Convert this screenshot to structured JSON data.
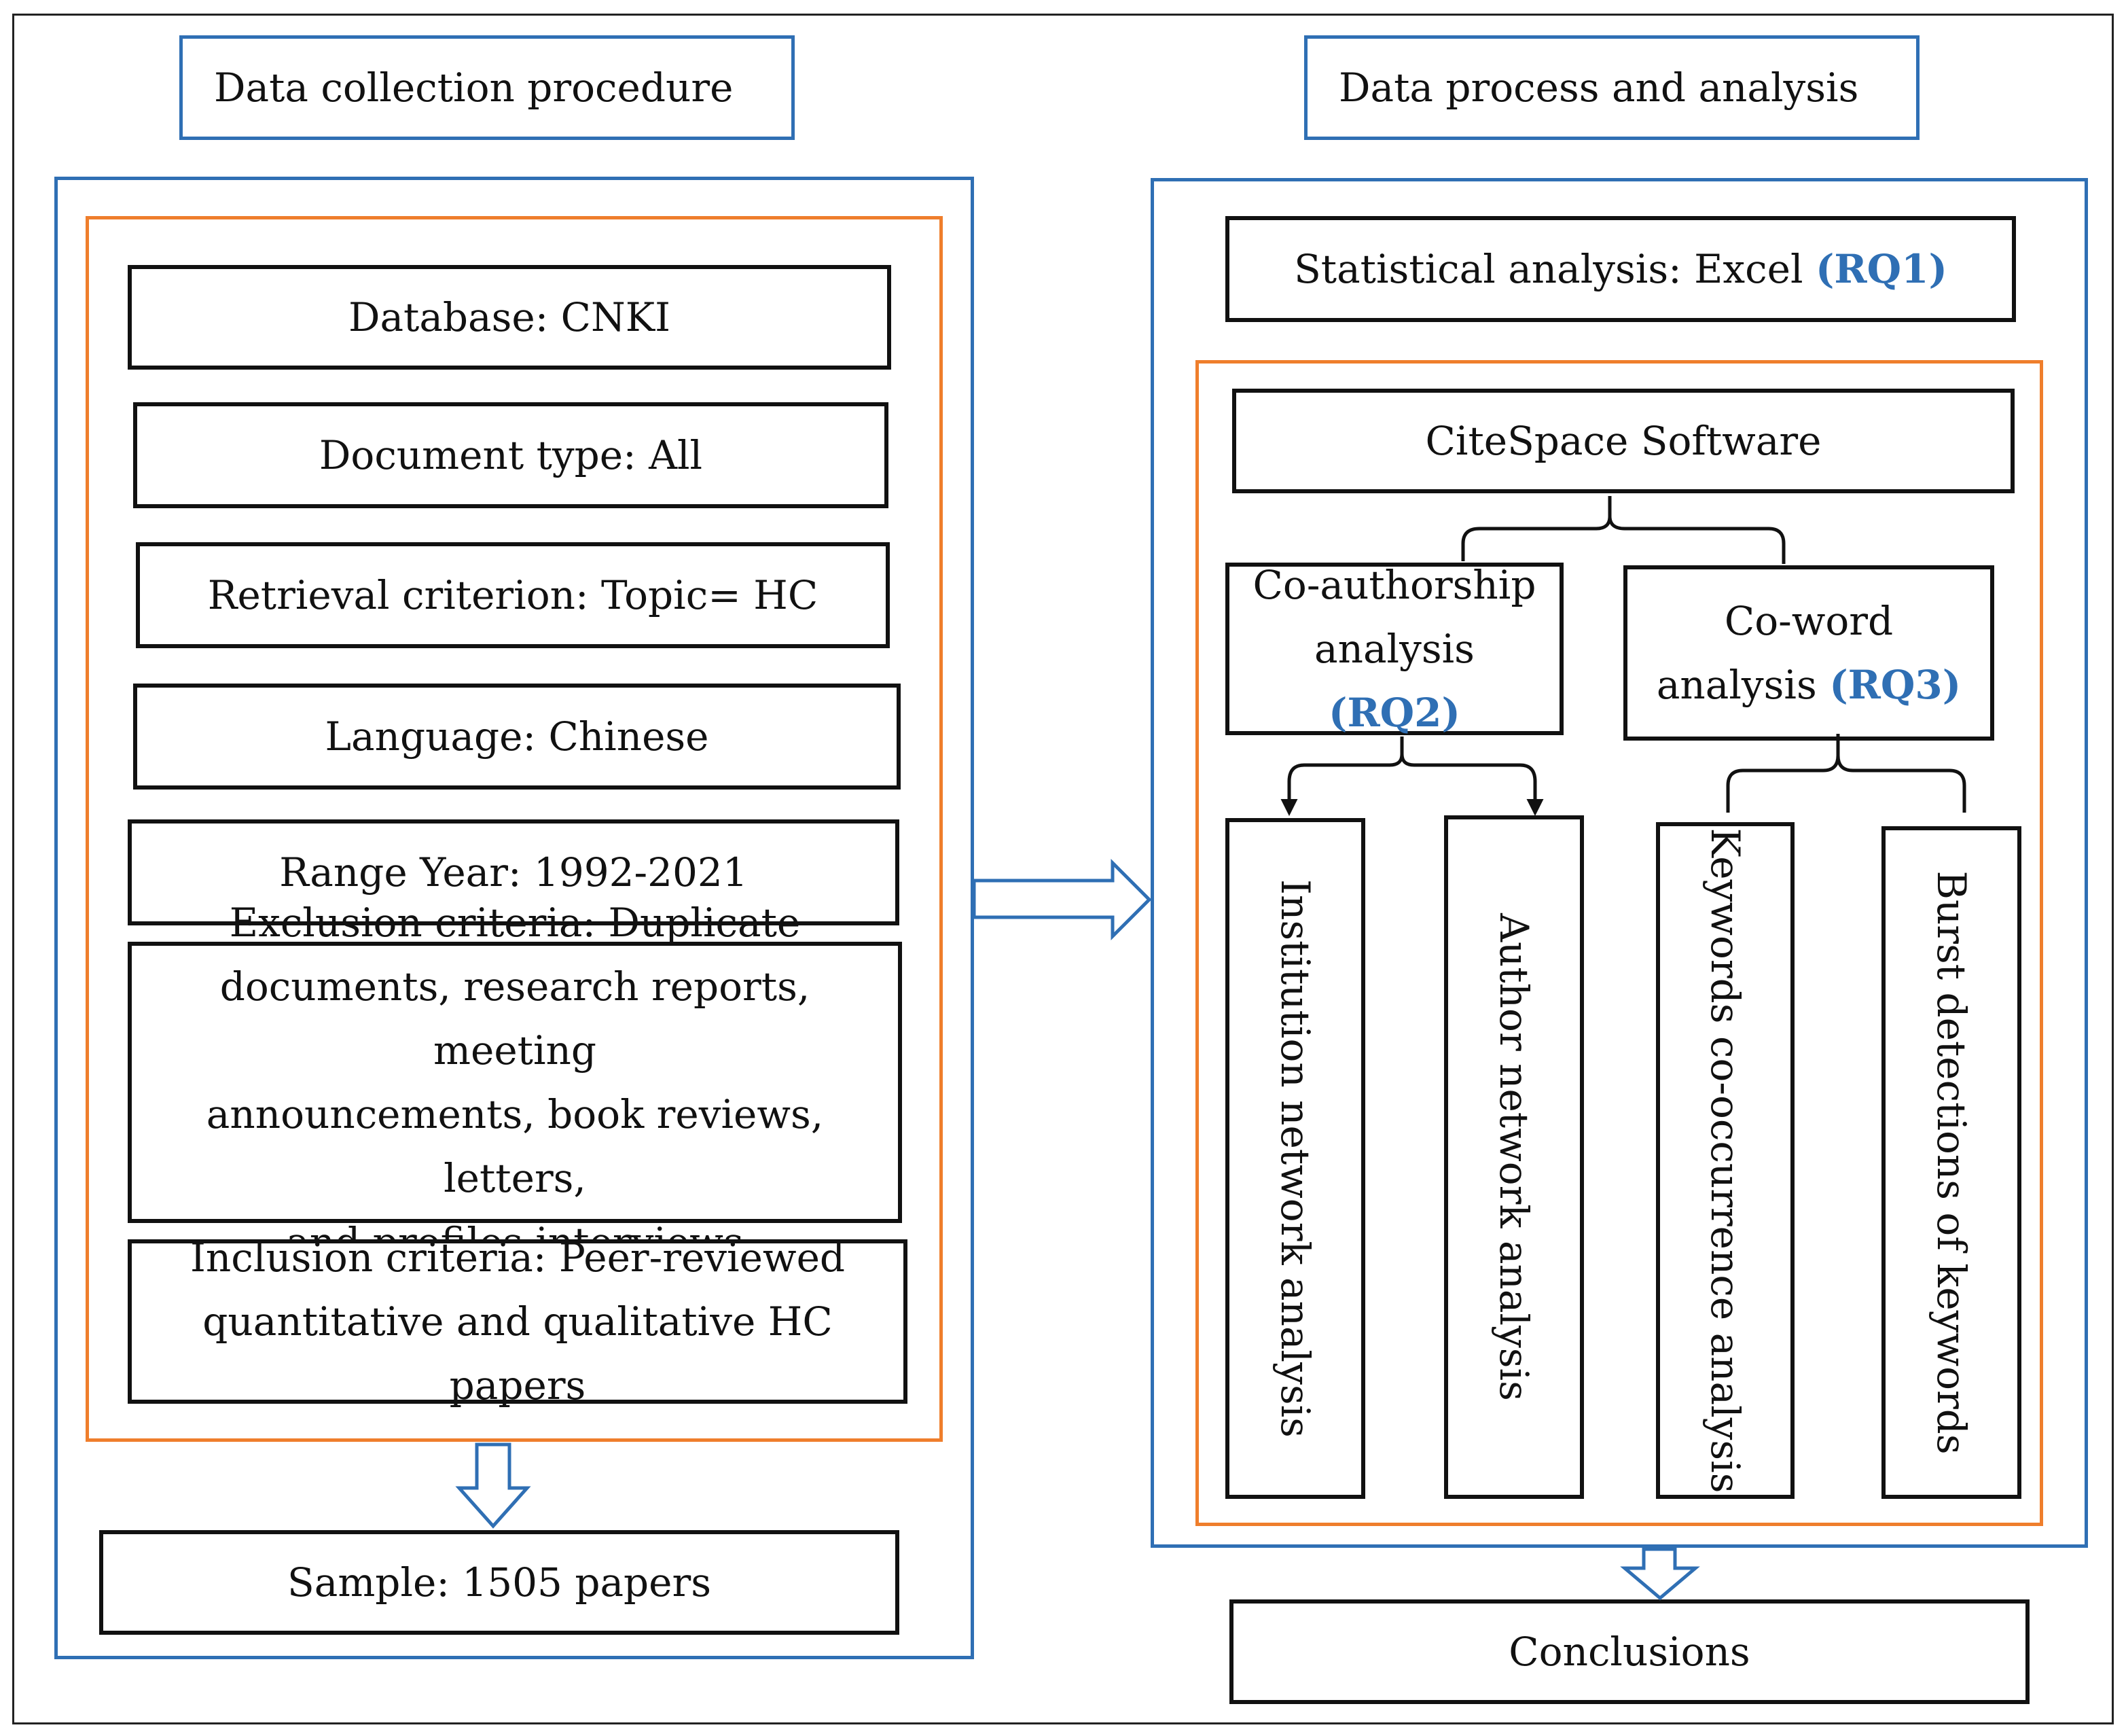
{
  "left": {
    "header": "Data collection procedure",
    "steps": {
      "database": "Database: CNKI",
      "document_type": "Document type: All",
      "retrieval": "Retrieval criterion: Topic= HC",
      "language": "Language: Chinese",
      "range_year": "Range Year: 1992-2021",
      "exclusion_1": "Exclusion criteria: Duplicate",
      "exclusion_2": "documents, research reports, meeting",
      "exclusion_3": "announcements, book reviews, letters,",
      "exclusion_4": "and profiles interviews",
      "inclusion_1": "Inclusion criteria: Peer-reviewed",
      "inclusion_2": "quantitative and qualitative HC papers"
    },
    "sample": "Sample: 1505 papers"
  },
  "right": {
    "header": "Data process and analysis",
    "statistical": "Statistical analysis: Excel",
    "statistical_rq": "(RQ1)",
    "citespace": "CiteSpace Software",
    "coauthorship_1": "Co-authorship",
    "coauthorship_2": "analysis",
    "coauthorship_rq": "(RQ2)",
    "coword_1": "Co-word",
    "coword_2": "analysis",
    "coword_rq": "(RQ3)",
    "institution": "Institution network analysis",
    "author": "Author network analysis",
    "keywords": "Keywords co-occurrence analysis",
    "burst": "Burst detections of keywords",
    "conclusions": "Conclusions"
  },
  "colors": {
    "blue": "#2f6fb4",
    "orange": "#ef7e2c",
    "black": "#111111"
  }
}
